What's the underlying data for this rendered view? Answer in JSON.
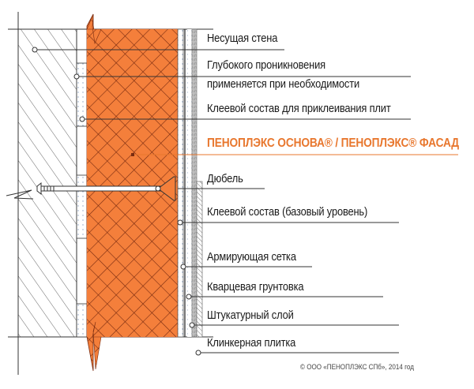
{
  "diagram": {
    "title": "Facade insulation layer section",
    "colors": {
      "insulation": "#f47f3b",
      "insulation_grid": "#7a2c10",
      "accent_text": "#e8772e",
      "line": "#333333"
    },
    "labels": [
      {
        "id": "load-bearing-wall",
        "text": "Несущая стена"
      },
      {
        "id": "deep-penetration-1",
        "text": "Глубокого проникновения"
      },
      {
        "id": "deep-penetration-2",
        "text": "применяется при необходимости"
      },
      {
        "id": "adhesive-boards",
        "text": "Клеевой состав для приклеивания плит"
      },
      {
        "id": "product-name",
        "text": "ПЕНОПЛЭКС ОСНОВА® / ПЕНОПЛЭКС® ФАСАД"
      },
      {
        "id": "dowel",
        "text": "Дюбель"
      },
      {
        "id": "adhesive-base",
        "text": "Клеевой состав (базовый уровень)"
      },
      {
        "id": "reinforcing-mesh",
        "text": "Армирующая сетка"
      },
      {
        "id": "quartz-primer",
        "text": "Кварцевая грунтовка"
      },
      {
        "id": "plaster-layer",
        "text": "Штукатурный слой"
      },
      {
        "id": "clinker-tile",
        "text": "Клинкерная плитка"
      }
    ],
    "copyright": "© ООО «ПЕНОПЛЭКС СПб», 2014 год"
  }
}
